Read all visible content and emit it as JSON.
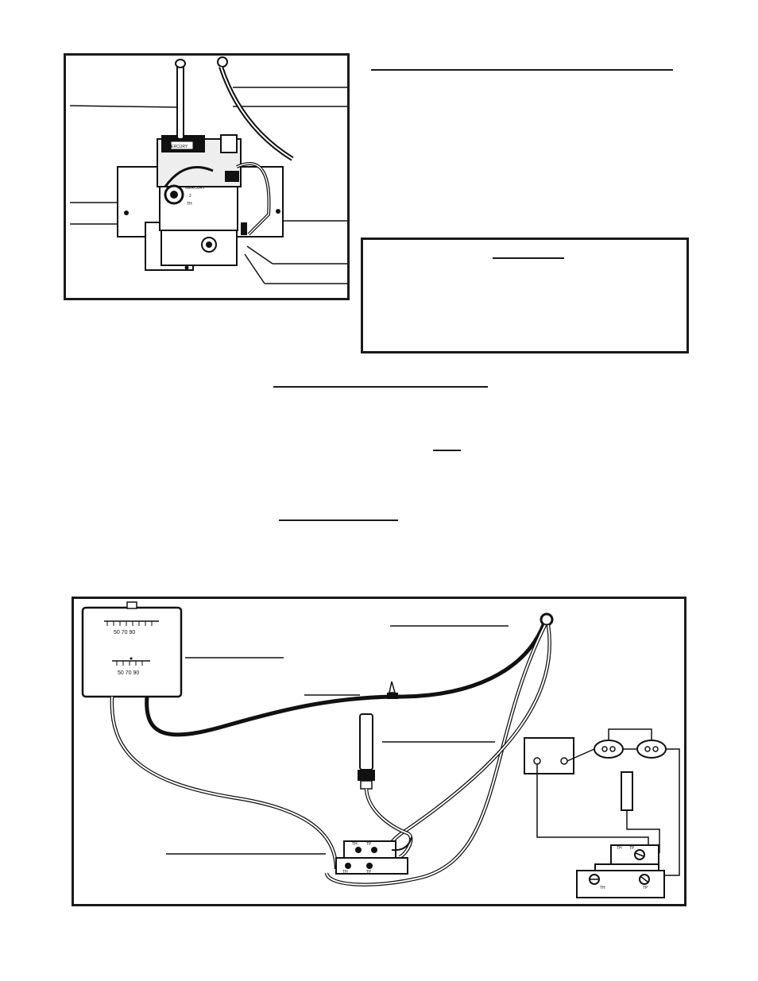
{
  "valve_photo": {
    "valve_text_1": "MERCURY",
    "valve_text_2": "MERCURY",
    "valve_text_3": "2",
    "valve_text_4": "TH"
  },
  "thermostat": {
    "top_scale": "50  70  90",
    "bottom_scale": "50  70  90"
  },
  "terminal_photo": {
    "terminal_left_a": "TH",
    "terminal_left_b": "TP",
    "terminal_right_a": "TH",
    "terminal_right_b": "TP"
  },
  "schematic": {
    "top_terminal_a": "TH",
    "top_terminal_b": "TP",
    "bottom_terminal_a": "TH",
    "bottom_terminal_b": "TP"
  }
}
